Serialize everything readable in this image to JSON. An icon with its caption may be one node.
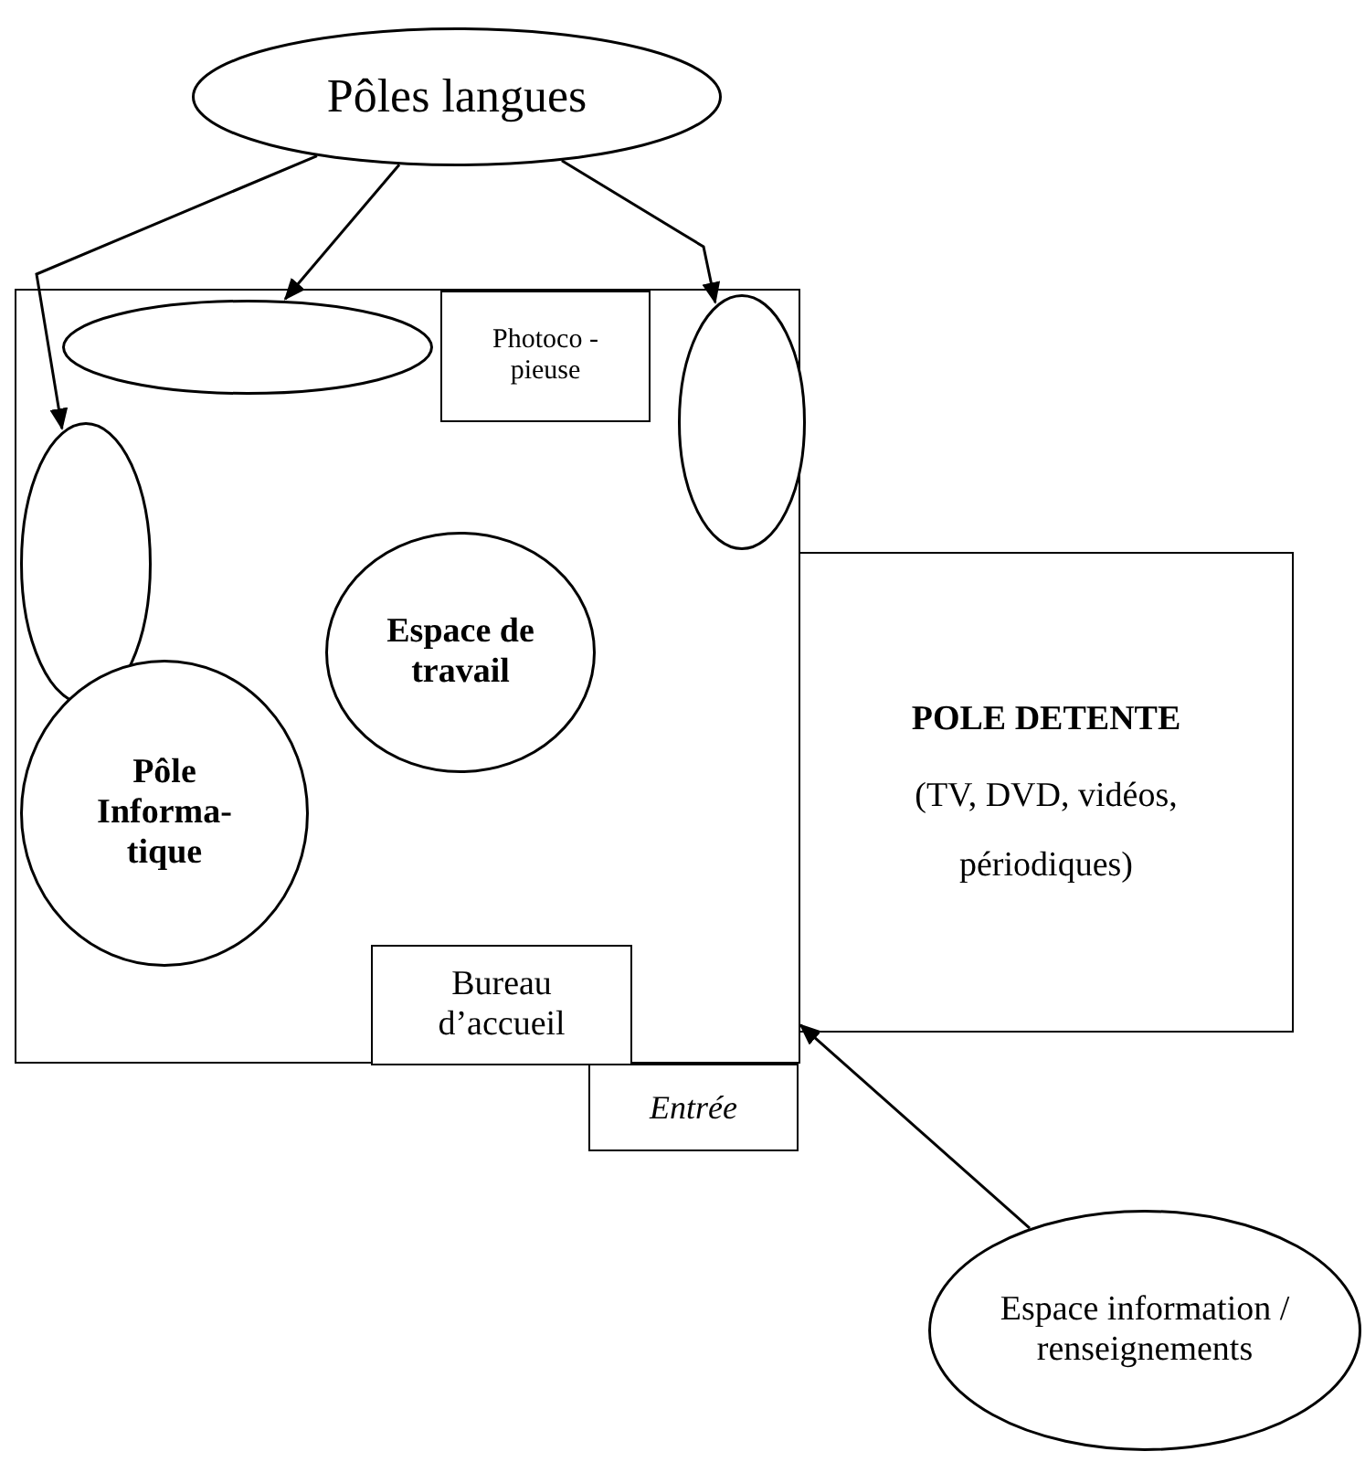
{
  "diagram": {
    "nodes": [
      {
        "text": [
          "Pôles langues"
        ]
      },
      {
        "text": [],
        "shape": "box"
      },
      {
        "text": [],
        "shape": "ellipse",
        "in": 1
      },
      {
        "text": [
          "Photoco - pieuse"
        ],
        "in": 1
      },
      {
        "text": [],
        "shape": "ellipse",
        "in": 1
      },
      {
        "text": [],
        "shape": "ellipse",
        "in": 1
      },
      {
        "text": [
          "Espace de travail"
        ],
        "in": 1
      },
      {
        "text": [
          "Pôle Informa- tique"
        ],
        "in": 1
      },
      {
        "text": [
          "Bureau d’accueil"
        ],
        "in": 1
      },
      {
        "text": [
          "POLE DETENTE",
          "(TV, DVD, vidéos, périodiques)"
        ]
      },
      {
        "text": [
          "Entrée"
        ]
      },
      {
        "text": [
          "Espace information / renseignements"
        ]
      }
    ],
    "edges": [
      {
        "from": 0,
        "to": 2,
        "arrow": "to"
      },
      {
        "from": 0,
        "to": 4,
        "arrow": "to"
      },
      {
        "from": 0,
        "to": 5,
        "arrow": "to"
      },
      {
        "from": 11,
        "to": 1,
        "arrow": "to"
      }
    ]
  }
}
